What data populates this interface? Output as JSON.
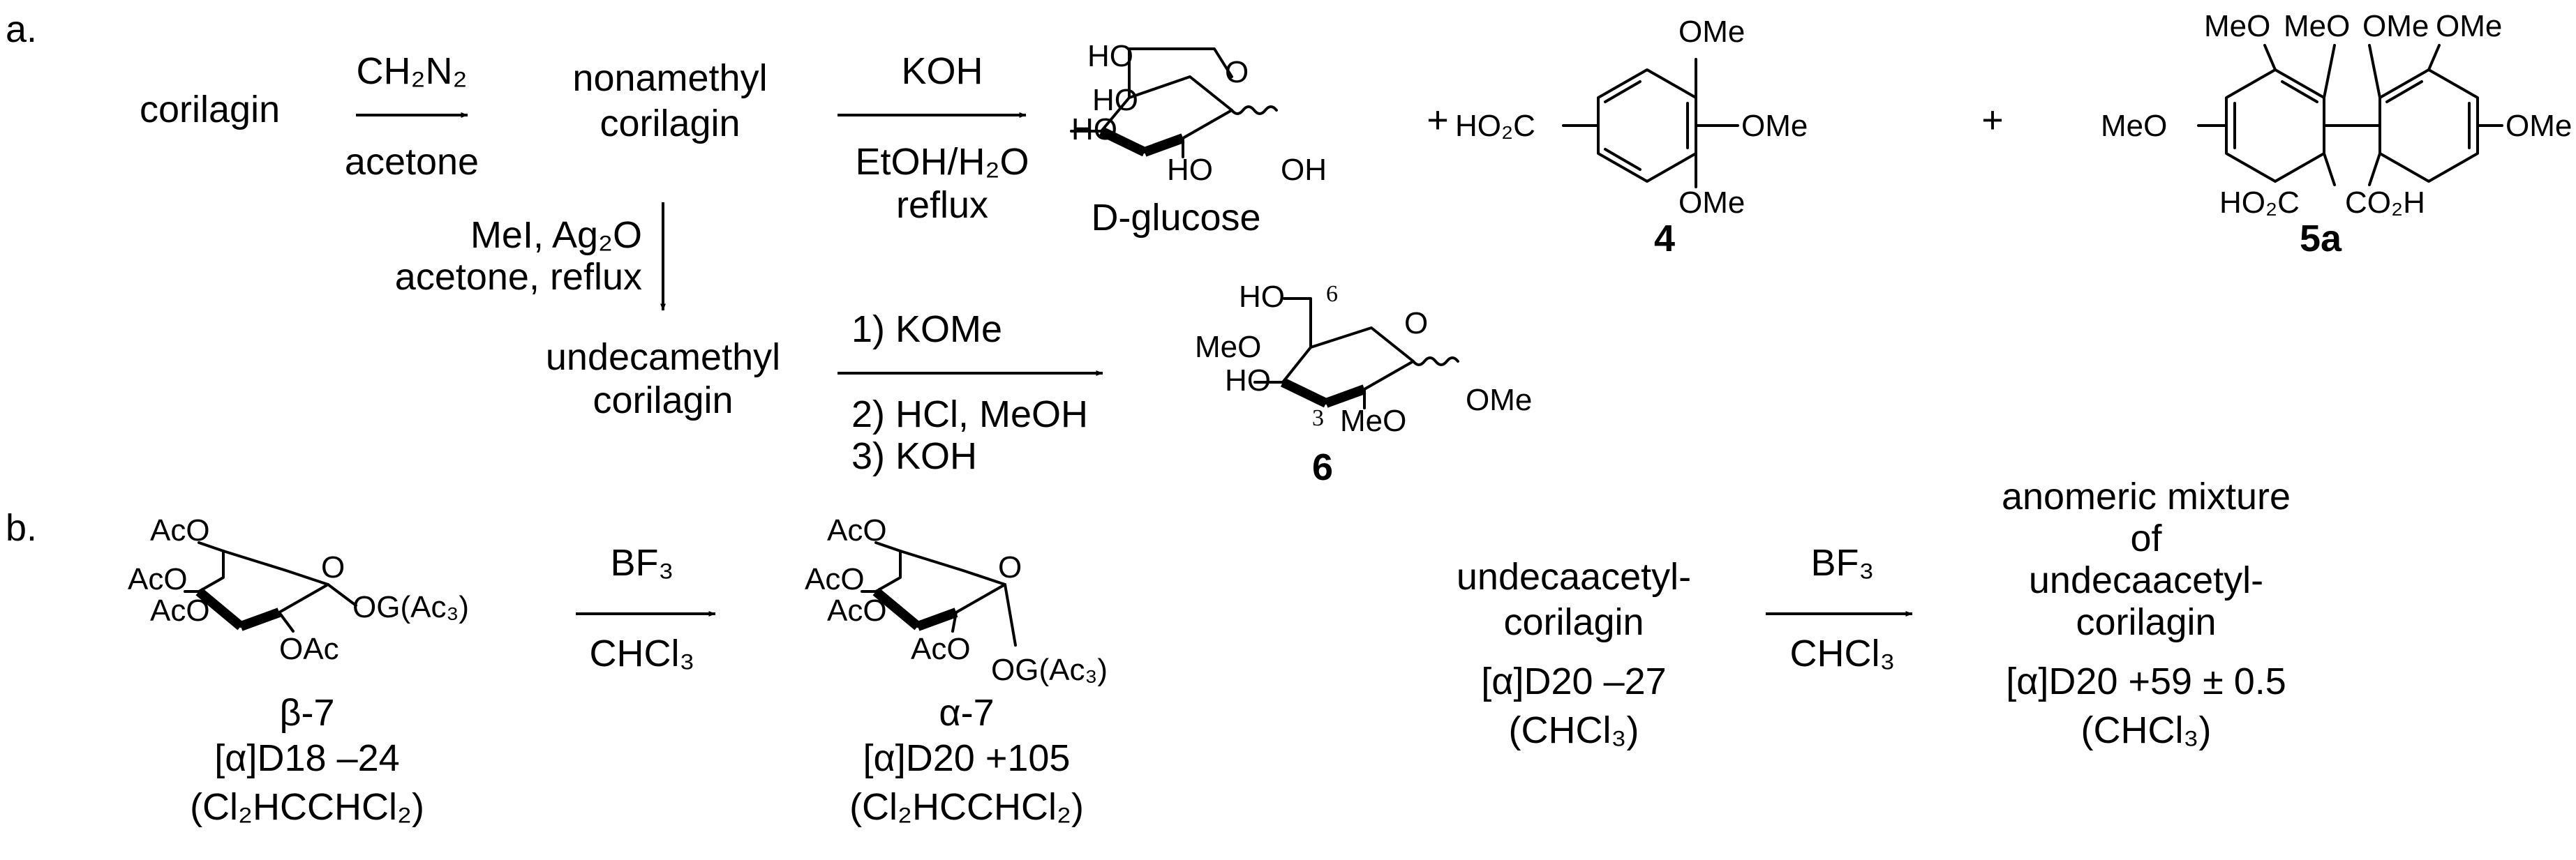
{
  "panels": {
    "a": "a.",
    "b": "b."
  },
  "a": {
    "corilagin": "corilagin",
    "step1": {
      "reagent": "CH₂N₂",
      "solvent": "acetone"
    },
    "nonamethyl": [
      "nonamethyl",
      "corilagin"
    ],
    "hydrolysis": {
      "reagent": "KOH",
      "solvent": "EtOH/H₂O",
      "cond": "reflux"
    },
    "glucose_label": "D-glucose",
    "plus": "+",
    "cmpd4": "4",
    "cmpd5a": "5a",
    "methylation": [
      "MeI, Ag₂O",
      "acetone, reflux"
    ],
    "undecamethyl": [
      "undecamethyl",
      "corilagin"
    ],
    "steps6": [
      "1) KOMe",
      "2) HCl, MeOH",
      "3) KOH"
    ],
    "cmpd6": "6",
    "atoms": {
      "HO": "HO",
      "OH": "OH",
      "O": "O",
      "OMe": "OMe",
      "MeO": "MeO",
      "HO2C": "HO₂C",
      "CO2H": "CO₂H",
      "n6": "6",
      "n3": "3"
    }
  },
  "b": {
    "beta7": "β-7",
    "beta7_rot": "[α]D18 –24",
    "beta7_solv": "(Cl₂HCCHCl₂)",
    "reagent": "BF₃",
    "solvent": "CHCl₃",
    "alpha7": "α-7",
    "alpha7_rot": "[α]D20 +105",
    "alpha7_solv": "(Cl₂HCCHCl₂)",
    "undeca": [
      "undecaacetyl-",
      "corilagin"
    ],
    "undeca_rot": "[α]D20 –27",
    "undeca_solv": "(CHCl₃)",
    "mixture": [
      "anomeric mixture",
      "of",
      "undecaacetyl-",
      "corilagin"
    ],
    "mixture_rot": "[α]D20 +59 ± 0.5",
    "mixture_solv": "(CHCl₃)",
    "atoms": {
      "AcO": "AcO",
      "OAc": "OAc",
      "O": "O",
      "OGAc3": "OG(Ac₃)"
    }
  }
}
